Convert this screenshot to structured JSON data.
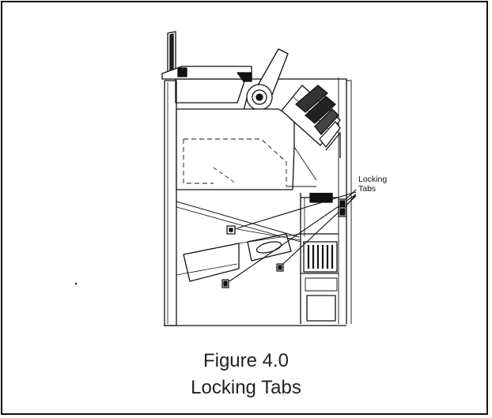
{
  "figure": {
    "callout_line1": "Locking",
    "callout_line2": "Tabs",
    "caption_line1": "Figure 4.0",
    "caption_line2": "Locking Tabs"
  }
}
